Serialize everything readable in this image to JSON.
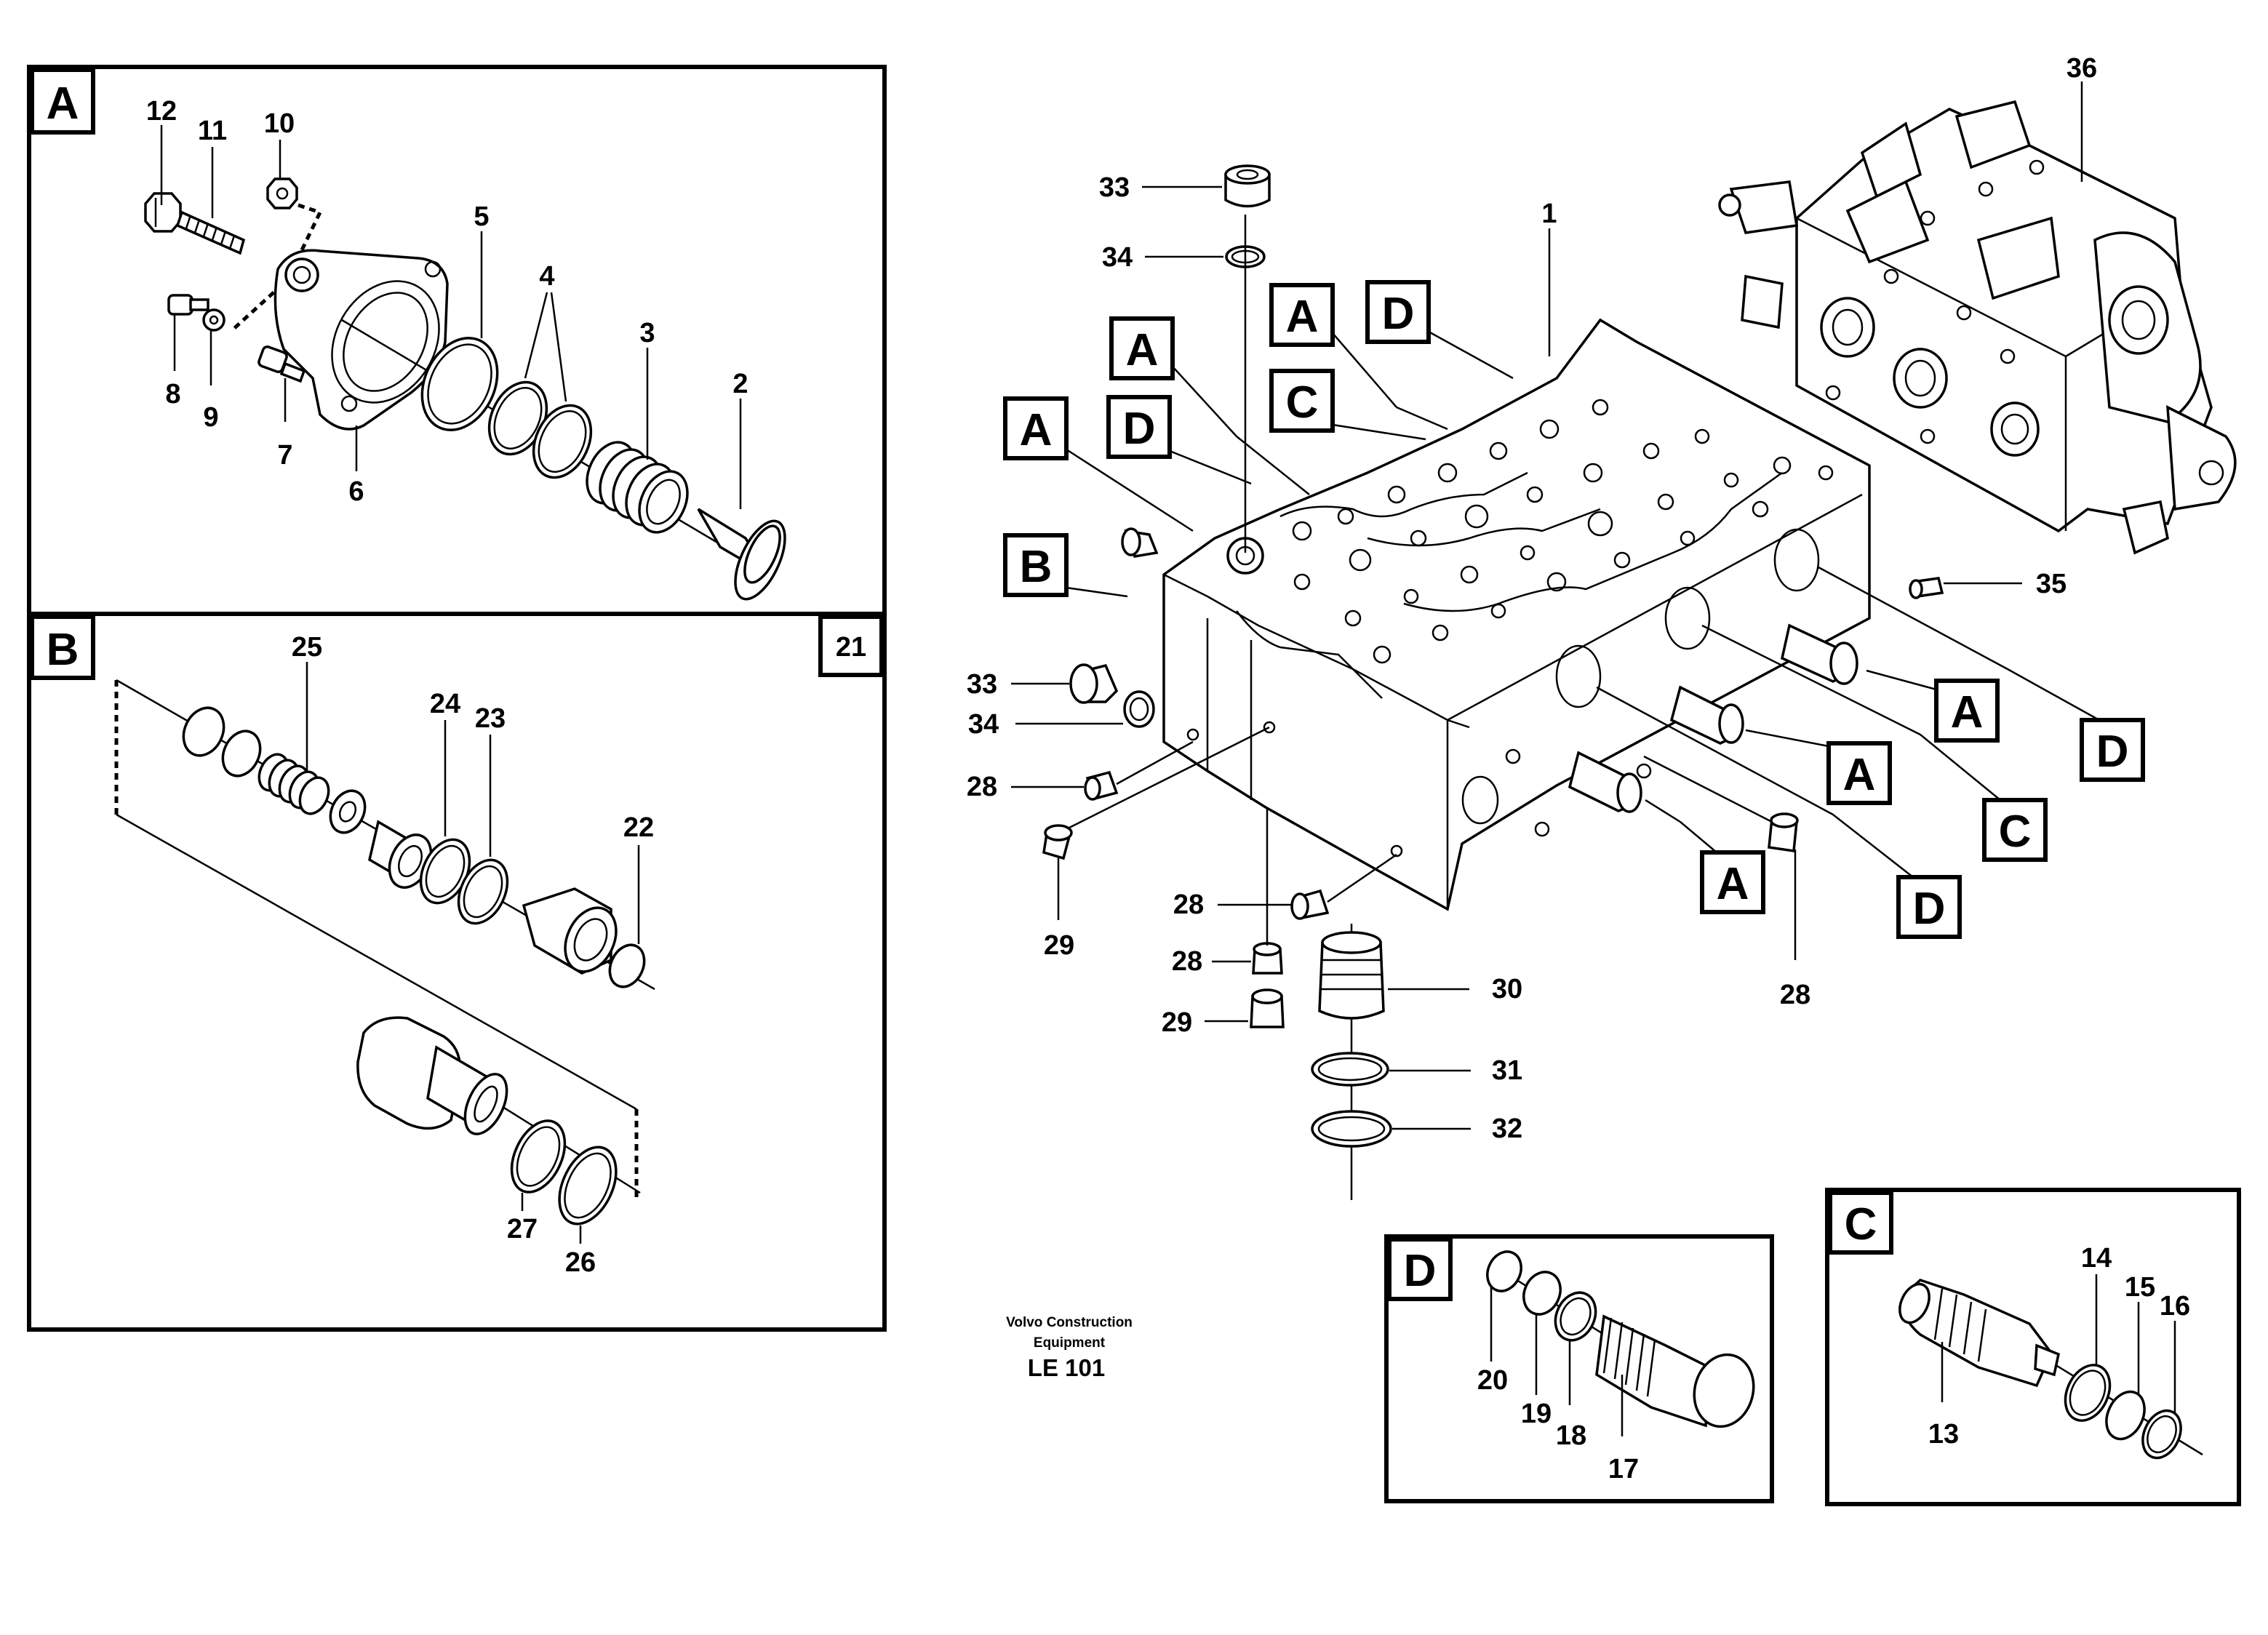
{
  "detail_views": {
    "A": {
      "label": "A",
      "callouts": {
        "p12": "12",
        "p11": "11",
        "p10": "10",
        "p5": "5",
        "p4": "4",
        "p3": "3",
        "p2": "2",
        "p8": "8",
        "p9": "9",
        "p7": "7",
        "p6": "6"
      }
    },
    "B": {
      "label": "B",
      "ref": "21",
      "callouts": {
        "p25": "25",
        "p24": "24",
        "p23": "23",
        "p22": "22",
        "p27": "27",
        "p26": "26"
      }
    },
    "D": {
      "label": "D",
      "callouts": {
        "p20": "20",
        "p19": "19",
        "p18": "18",
        "p17": "17"
      }
    },
    "C": {
      "label": "C",
      "callouts": {
        "p14": "14",
        "p15": "15",
        "p16": "16",
        "p13": "13"
      }
    }
  },
  "main_assembly": {
    "callouts": {
      "p36": "36",
      "p33_top": "33",
      "p34_top": "34",
      "p1": "1",
      "p35": "35",
      "p33_left": "33",
      "p34_left": "34",
      "p28_left": "28",
      "p29_left": "29",
      "p28_mid": "28",
      "p28_low": "28",
      "p29_low": "29",
      "p30": "30",
      "p31": "31",
      "p32": "32",
      "p28_right": "28"
    },
    "tags": {
      "t1": "A",
      "t2": "D",
      "t3": "A",
      "t4": "C",
      "t5": "A",
      "t6": "D",
      "t7": "B",
      "t8": "A",
      "t9": "D",
      "t10": "A",
      "t11": "C",
      "t12": "A",
      "t13": "D"
    }
  },
  "footer": {
    "company_line1": "Volvo Construction",
    "company_line2": "Equipment",
    "code": "LE 101"
  }
}
